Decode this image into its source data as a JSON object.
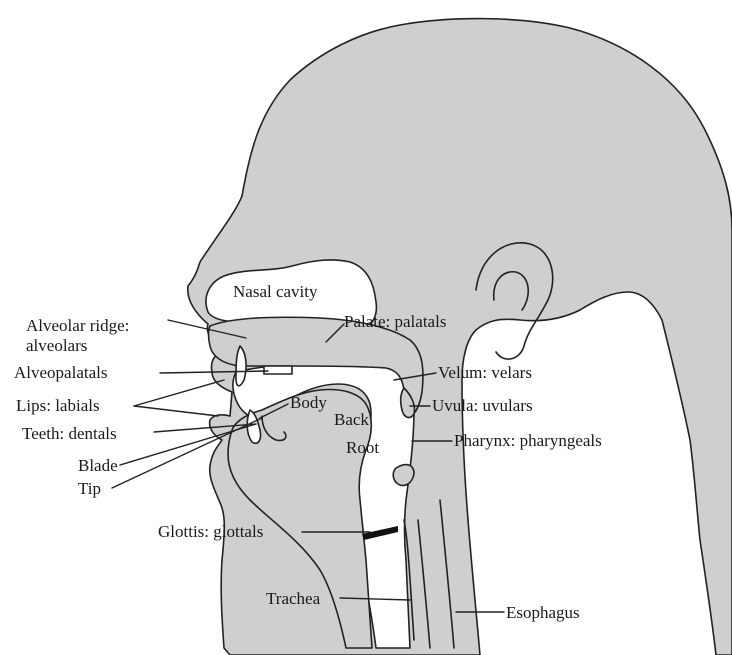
{
  "labels": {
    "nasal_cavity": "Nasal cavity",
    "palate": "Palate: palatals",
    "alveolar_ridge_1": "Alveolar ridge:",
    "alveolar_ridge_2": "alveolars",
    "alveopalatals": "Alveopalatals",
    "velum": "Velum: velars",
    "lips": "Lips: labials",
    "body": "Body",
    "uvula": "Uvula: uvulars",
    "back": "Back",
    "teeth": "Teeth: dentals",
    "root": "Root",
    "pharynx": "Pharynx: pharyngeals",
    "blade": "Blade",
    "tip": "Tip",
    "glottis": "Glottis: glottals",
    "trachea": "Trachea",
    "esophagus": "Esophagus"
  },
  "colors": {
    "tissue": "#cfcfcf",
    "outline": "#222222",
    "background": "#ffffff"
  }
}
